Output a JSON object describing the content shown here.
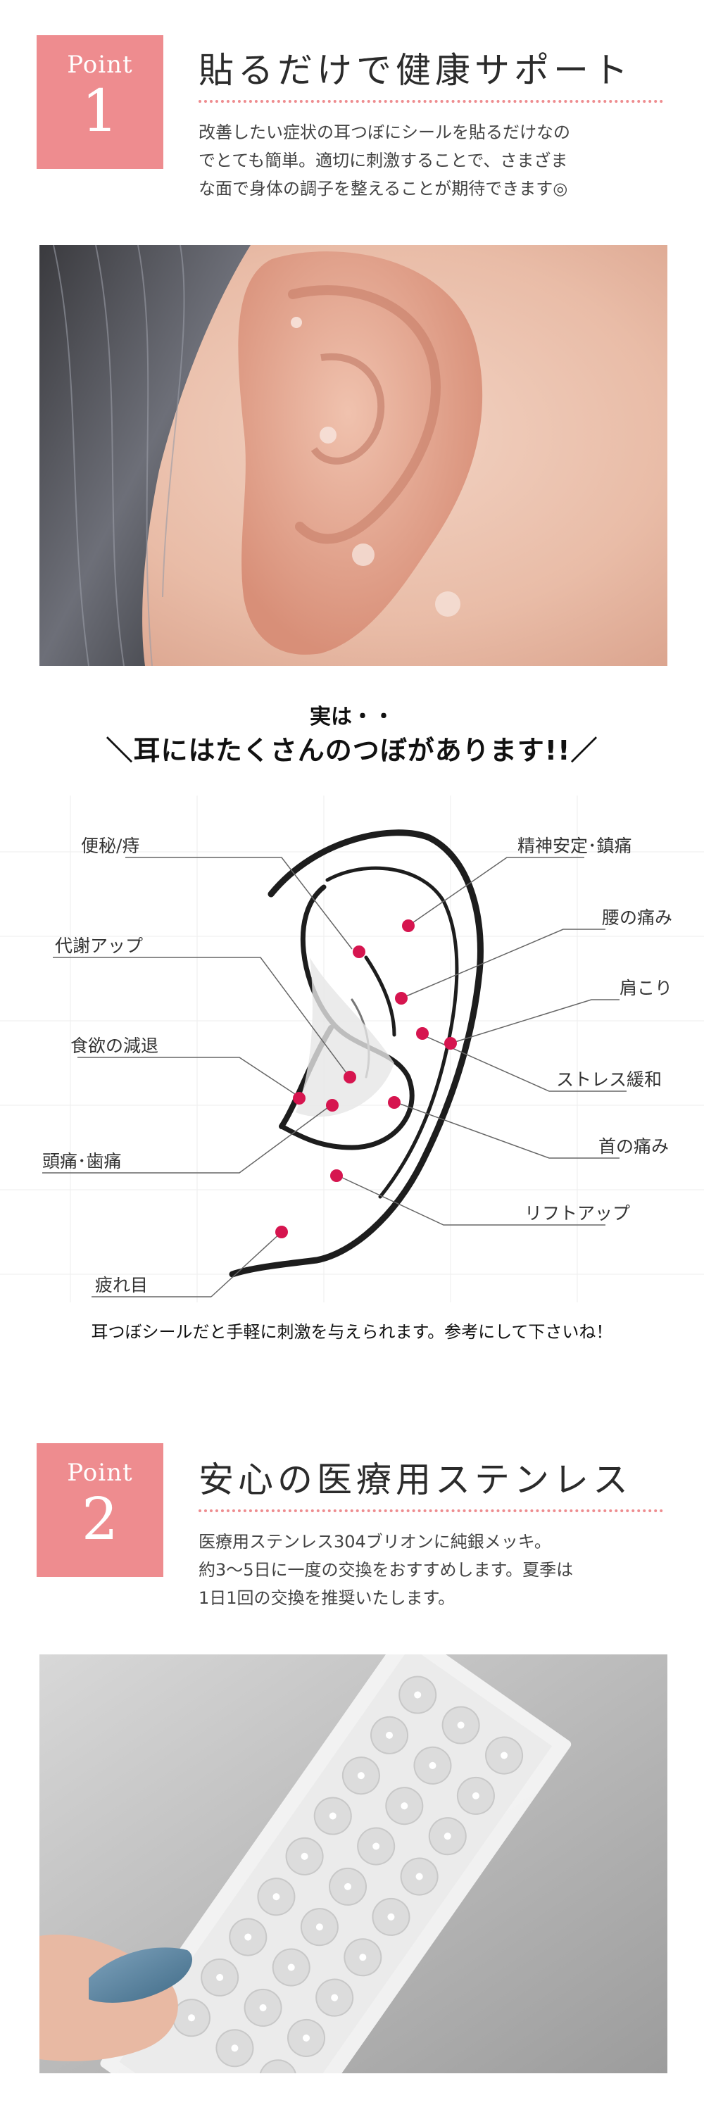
{
  "point1": {
    "badge_word": "Point",
    "badge_num": "1",
    "title": "貼るだけで健康サポート",
    "desc": [
      "改善したい症状の耳つぼにシールを貼るだけなの",
      "でとても簡単。適切に刺激することで、さまざま",
      "な面で身体の調子を整えることが期待できます◎"
    ]
  },
  "intro": {
    "line1": "実は・・",
    "line2": "＼耳にはたくさんのつぼがあります!!／"
  },
  "diagram": {
    "labels": {
      "benpi": "便秘/痔",
      "taisha": "代謝アップ",
      "shokuyoku": "食欲の減退",
      "zutsu": "頭痛･歯痛",
      "tsukareme": "疲れ目",
      "seishin": "精神安定･鎮痛",
      "koshi": "腰の痛み",
      "katakori": "肩こり",
      "stress": "ストレス緩和",
      "kubi": "首の痛み",
      "lift": "リフトアップ"
    },
    "dot_color": "#d6154f"
  },
  "caption": "耳つぼシールだと手軽に刺激を与えられます。参考にして下さいね！",
  "point2": {
    "badge_word": "Point",
    "badge_num": "2",
    "title": "安心の医療用ステンレス",
    "desc": [
      "医療用ステンレス304ブリオンに純銀メッキ。",
      "約3～5日に一度の交換をおすすめします。夏季は",
      "1日1回の交換を推奨いたします。"
    ]
  },
  "colors": {
    "accent": "#ee8c8f",
    "text": "#333333"
  }
}
